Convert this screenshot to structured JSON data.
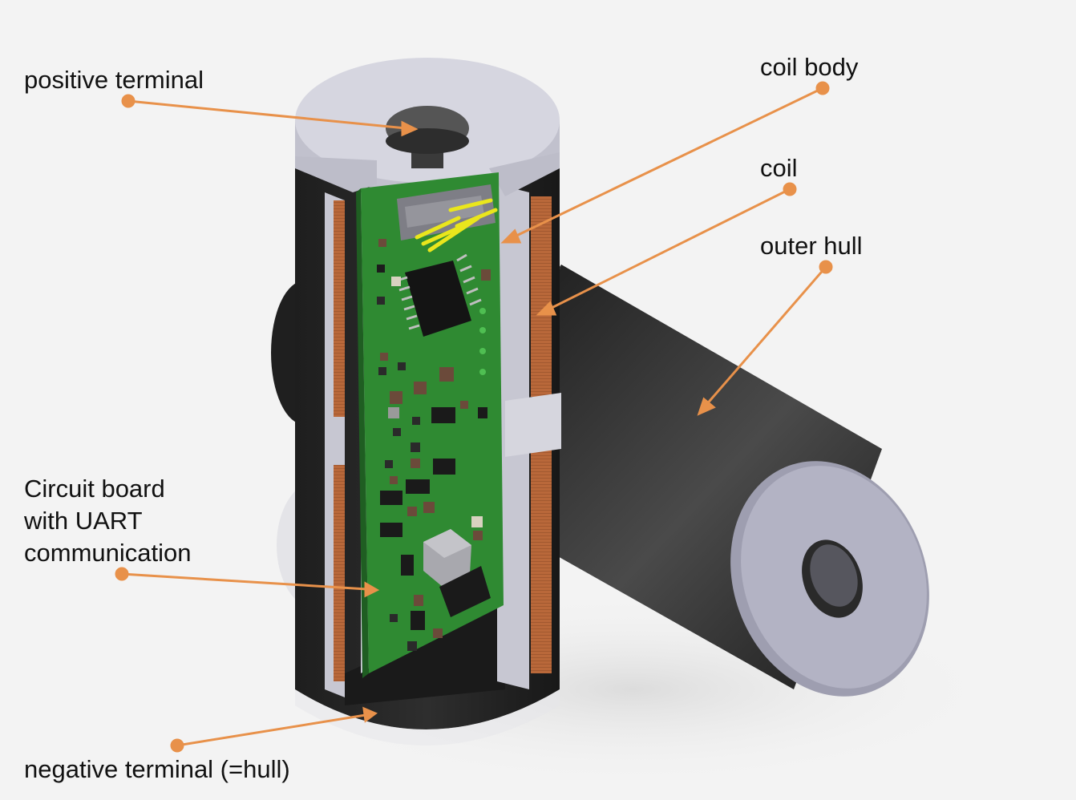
{
  "labels": {
    "positive_terminal": "positive terminal",
    "coil_body": "coil body",
    "coil": "coil",
    "outer_hull": "outer hull",
    "circuit_board": "Circuit board\nwith UART\ncommunication",
    "negative_terminal": "negative terminal (=hull)"
  },
  "colors": {
    "leader": "#e8914a",
    "hull": "#2a2a2a",
    "cap": "#c9c9d3",
    "pcb": "#2f8a32",
    "copper": "#b5683a",
    "pins": "#e9e41c",
    "background": "#f3f3f3"
  }
}
